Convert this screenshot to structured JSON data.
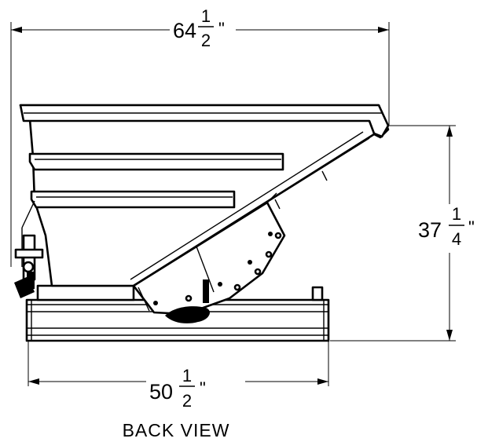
{
  "dimensions": {
    "width": {
      "whole": "64",
      "numerator": "1",
      "denominator": "2",
      "unit": "\""
    },
    "height": {
      "whole": "37",
      "numerator": "1",
      "denominator": "4",
      "unit": "\""
    },
    "base": {
      "whole": "50",
      "numerator": "1",
      "denominator": "2",
      "unit": "\""
    }
  },
  "view_label": "BACK VIEW",
  "colors": {
    "line": "#000000",
    "background": "#ffffff"
  }
}
